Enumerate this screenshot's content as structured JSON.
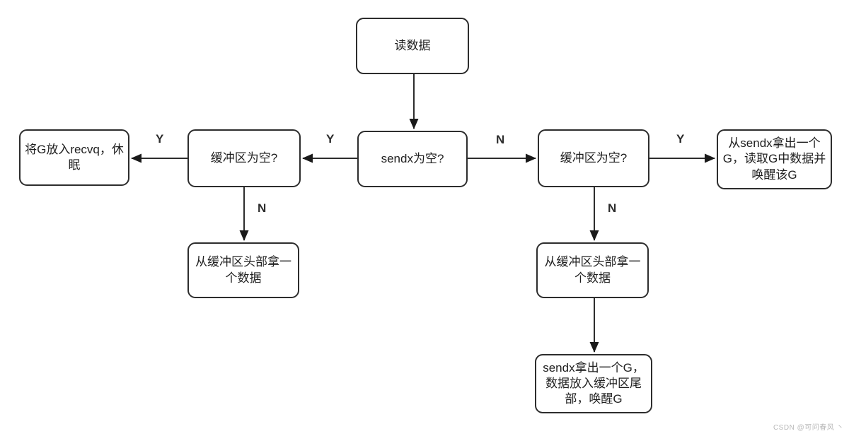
{
  "diagram": {
    "title_hint": "channel read data flowchart",
    "stroke_color": "#2d2d2d",
    "text_color": "#1f1f1f",
    "nodes": {
      "read_data": {
        "label": "读数据"
      },
      "sendx_empty": {
        "label": "sendx为空?"
      },
      "buffer_empty_left": {
        "label": "缓冲区为空?"
      },
      "park_recvq": {
        "label": "将G放入recvq，休眠"
      },
      "buffer_empty_right": {
        "label": "缓冲区为空?"
      },
      "take_from_sendx": {
        "label": "从sendx拿出一个G，读取G中数据并唤醒该G"
      },
      "take_buffer_head_left": {
        "label": "从缓冲区头部拿一个数据"
      },
      "take_buffer_head_right": {
        "label": "从缓冲区头部拿一个数据"
      },
      "sendx_to_buffer_tail": {
        "label": "sendx拿出一个G，数据放入缓冲区尾部，唤醒G"
      }
    },
    "edge_labels": {
      "sendx_yes": "Y",
      "sendx_no": "N",
      "buffer_left_yes": "Y",
      "buffer_left_no": "N",
      "buffer_right_yes": "Y",
      "buffer_right_no": "N"
    }
  },
  "watermark": {
    "text": "CSDN @可问春风 丶",
    "color": "#b8b8b8"
  }
}
